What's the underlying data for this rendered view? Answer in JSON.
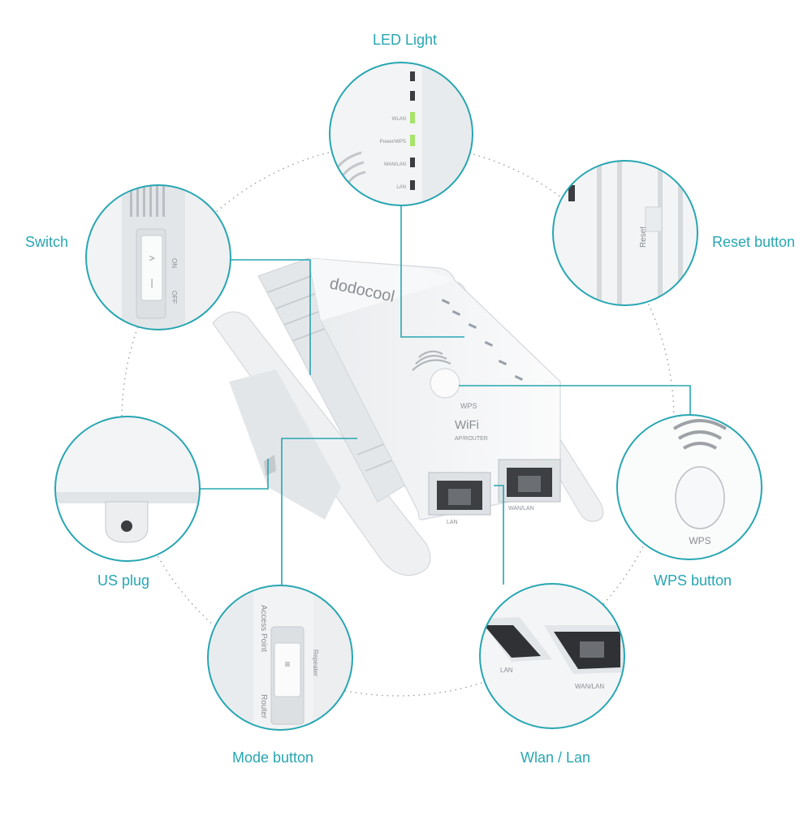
{
  "callouts": {
    "led_light": "LED Light",
    "switch": "Switch",
    "reset_button": "Reset button",
    "us_plug": "US plug",
    "wps_button": "WPS button",
    "mode_button": "Mode button",
    "wlan_lan": "Wlan / Lan"
  },
  "device": {
    "brand": "dodocool",
    "wps": "WPS",
    "wifi": "WiFi",
    "subtitle": "AP/ROUTER",
    "port_lan": "LAN",
    "port_wan": "WAN/LAN"
  },
  "led_panel": {
    "items": [
      "WLAN",
      "Power/WPS",
      "WAN/LAN",
      "LAN"
    ]
  },
  "reset_panel": {
    "label": "Reset"
  },
  "switch_panel": {
    "on": "ON",
    "off": "OFF"
  },
  "wps_panel": {
    "label": "WPS"
  },
  "mode_panel": {
    "access_point": "Access Point",
    "repeater": "Repeater",
    "router": "Router"
  },
  "ports_panel": {
    "lan": "LAN",
    "wan_lan": "WAN/LAN"
  },
  "colors": {
    "accent": "#27a6b2",
    "device": "#f4f5f6",
    "shadow": "#d7dbde"
  }
}
